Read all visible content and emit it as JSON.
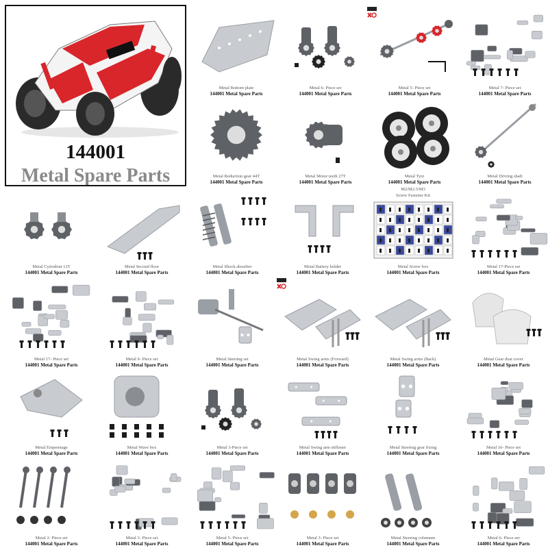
{
  "hero": {
    "model": "144001",
    "subtitle": "Metal Spare Parts",
    "colors": {
      "body_red": "#d8262b",
      "body_white": "#f4f4f4",
      "tire": "#2a2a2a",
      "subtitle_gray": "#8a8a8a"
    }
  },
  "series_label": "144001 Metal Spare Parts",
  "screw_box_header": [
    "M2/M2.5/M3",
    "Screw Fastener Kit"
  ],
  "items": [
    {
      "name": "Metal Bottom plate",
      "series": "144001 Metal Spare Parts",
      "icon": "bottom-plate-icon"
    },
    {
      "name": "Metal 6- Piece set",
      "series": "144001 Metal Spare Parts",
      "icon": "diff-set-icon"
    },
    {
      "name": "Metal 5- Piece set",
      "series": "144001 Metal Spare Parts",
      "icon": "drive-set-icon"
    },
    {
      "name": "Metal 7- Piece set",
      "series": "144001 Metal Spare Parts",
      "icon": "parts-kit-icon"
    },
    {
      "name": "Metal Reduction gear 44T",
      "series": "144001 Metal Spare Parts",
      "icon": "spur-gear-icon"
    },
    {
      "name": "Metal Motor teeth 27T",
      "series": "144001 Metal Spare Parts",
      "icon": "pinion-gear-icon"
    },
    {
      "name": "Metal Tyre",
      "series": "144001 Metal Spare Parts",
      "icon": "tyre-icon"
    },
    {
      "name": "Metal Driving shaft",
      "series": "144001 Metal Spare Parts",
      "icon": "drive-shaft-icon"
    },
    {
      "name": "Metal Cyrtodont 12T",
      "series": "144001 Metal Spare Parts",
      "icon": "bevel-gear-icon"
    },
    {
      "name": "Metal Second floor",
      "series": "144001 Metal Spare Parts",
      "icon": "second-floor-icon"
    },
    {
      "name": "Metal Shock absorber",
      "series": "144001 Metal Spare Parts",
      "icon": "shock-absorber-icon"
    },
    {
      "name": "Metal Battery holder",
      "series": "144001 Metal Spare Parts",
      "icon": "battery-holder-icon"
    },
    {
      "name": "Metal Screw box",
      "series": "144001 Metal Spare Parts",
      "icon": "screw-box-icon"
    },
    {
      "name": "Metal 17-Piece set",
      "series": "144001 Metal Spare Parts",
      "icon": "parts-kit-icon"
    },
    {
      "name": "Metal 17- Piece set",
      "series": "144001 Metal Spare Parts",
      "icon": "parts-kit-icon"
    },
    {
      "name": "Metal 9- Piece set",
      "series": "144001 Metal Spare Parts",
      "icon": "parts-kit-icon"
    },
    {
      "name": "Metal Steering set",
      "series": "144001 Metal Spare Parts",
      "icon": "steering-set-icon"
    },
    {
      "name": "Metal Swing arms (Forward)",
      "series": "144001 Metal Spare Parts",
      "icon": "swing-arm-icon"
    },
    {
      "name": "Metal Swing arms (Back)",
      "series": "144001 Metal Spare Parts",
      "icon": "swing-arm-icon"
    },
    {
      "name": "Metal Gear dust cover",
      "series": "144001 Metal Spare Parts",
      "icon": "gear-cover-icon"
    },
    {
      "name": "Metal Empennage",
      "series": "144001 Metal Spare Parts",
      "icon": "wing-mount-icon"
    },
    {
      "name": "Metal Wave box",
      "series": "144001 Metal Spare Parts",
      "icon": "gearbox-icon"
    },
    {
      "name": "Metal 3-Piece set",
      "series": "144001 Metal Spare Parts",
      "icon": "diff-set-icon"
    },
    {
      "name": "Metal Swing arm stiffener",
      "series": "144001 Metal Spare Parts",
      "icon": "stiffener-icon"
    },
    {
      "name": "Metal Steering gear fixing",
      "series": "144001 Metal Spare Parts",
      "icon": "servo-mount-icon"
    },
    {
      "name": "Metal 16- Piece set",
      "series": "144001 Metal Spare Parts",
      "icon": "parts-kit-icon"
    },
    {
      "name": "Metal 2- Piece set",
      "series": "144001 Metal Spare Parts",
      "icon": "cv-shaft-icon"
    },
    {
      "name": "Metal 3- Piece set",
      "series": "144001 Metal Spare Parts",
      "icon": "parts-kit-icon"
    },
    {
      "name": "Metal 5- Piece set",
      "series": "144001 Metal Spare Parts",
      "icon": "parts-kit-icon"
    },
    {
      "name": "Metal 3- Piece set",
      "series": "144001 Metal Spare Parts",
      "icon": "hub-carrier-icon"
    },
    {
      "name": "Metal Steering columnm",
      "series": "144001 Metal Spare Parts",
      "icon": "steering-column-icon"
    },
    {
      "name": "Metal 6- Piece set",
      "series": "144001 Metal Spare Parts",
      "icon": "parts-kit-icon"
    }
  ],
  "colors": {
    "silver": "#c8cbd0",
    "silver_dark": "#9a9ea5",
    "gunmetal": "#5e6166",
    "screw": "#1c1c1c",
    "brand_red": "#d8262b"
  }
}
